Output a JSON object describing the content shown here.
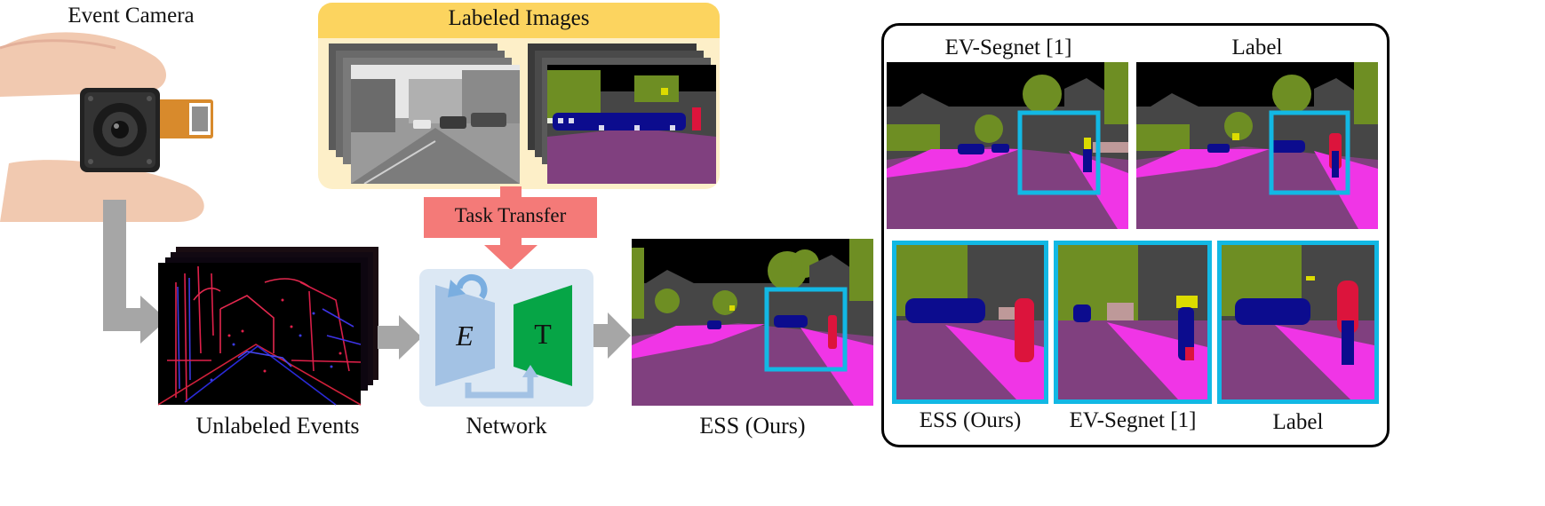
{
  "labels": {
    "event_camera": "Event Camera",
    "labeled_images": "Labeled Images",
    "task_transfer": "Task Transfer",
    "unlabeled_events": "Unlabeled Events",
    "network": "Network",
    "encoder": "E",
    "task": "T",
    "ess_main": "ESS (Ours)",
    "ev_segnet_top": "EV-Segnet [1]",
    "label_top": "Label",
    "ess_bottom": "ESS (Ours)",
    "ev_segnet_bottom": "EV-Segnet [1]",
    "label_bottom": "Label"
  },
  "colors": {
    "label_box_fill": "#fdefc8",
    "label_box_header": "#fcd45f",
    "task_transfer": "#f47a78",
    "network_bg": "#dce8f4",
    "encoder": "#a3c2e4",
    "task_decoder": "#06a546",
    "arrow_gray": "#a6a6a6",
    "highlight": "#12b8e4",
    "seg_road": "#80407f",
    "seg_sidewalk": "#f035e6",
    "seg_vegetation": "#6e8e23",
    "seg_building": "#464646",
    "seg_car": "#0c0c8e",
    "seg_person": "#dc143c",
    "seg_sign": "#dcdc00",
    "seg_sky": "#000000",
    "seg_fence": "#be9999"
  }
}
